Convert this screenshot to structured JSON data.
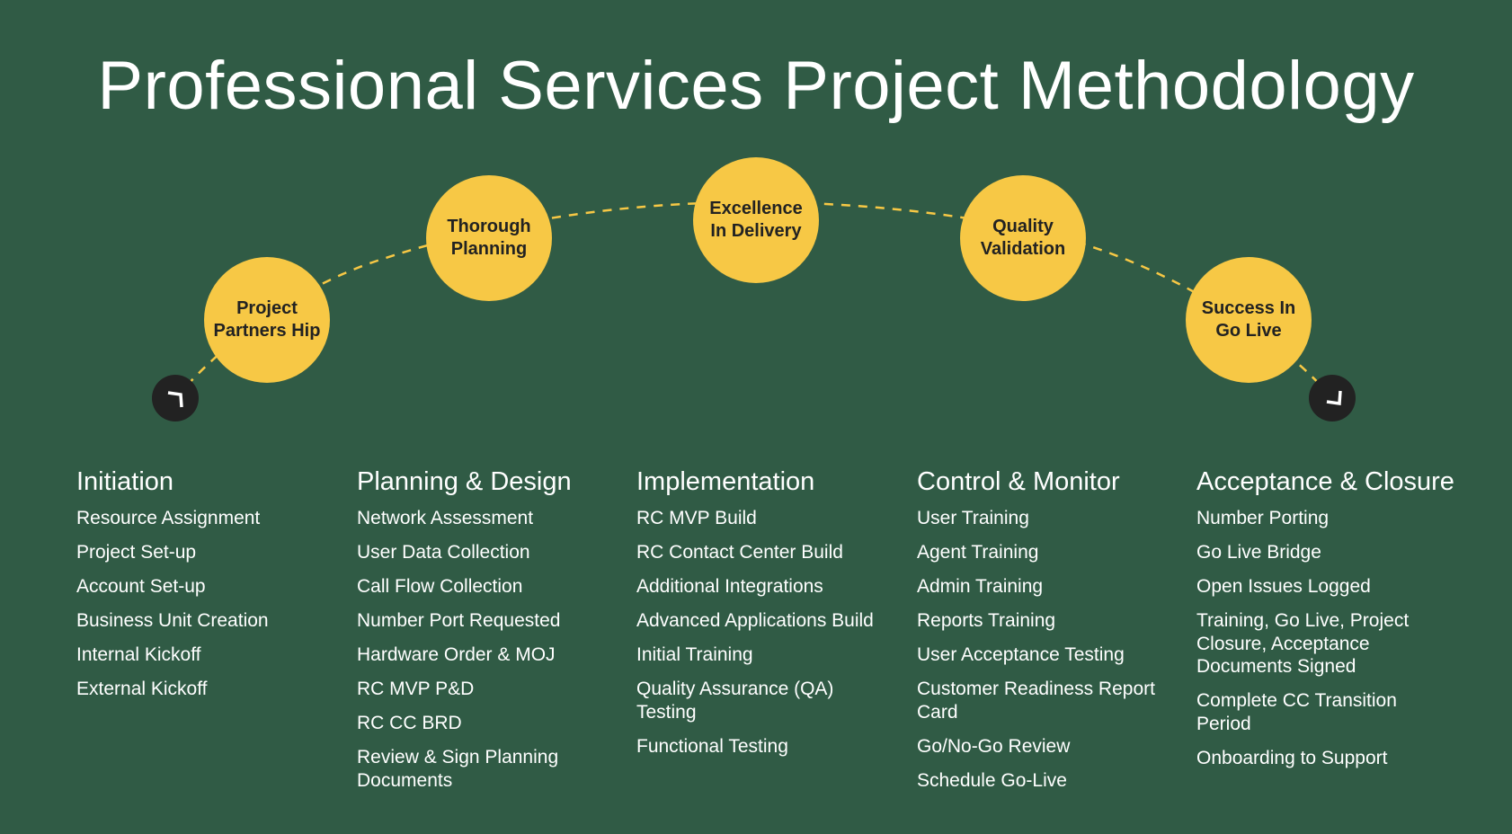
{
  "title": "Professional Services Project Methodology",
  "colors": {
    "background": "#305b45",
    "node": "#f7c845",
    "endpoint": "#222222",
    "text": "#ffffff"
  },
  "nodes": [
    "Project Partners Hip",
    "Thorough Planning",
    "Excellence In Delivery",
    "Quality Validation",
    "Success In Go Live"
  ],
  "endpoints": {
    "start_icon": "corner-arrow-icon",
    "end_icon": "corner-arrow-icon"
  },
  "phases": [
    {
      "heading": "Initiation",
      "items": [
        "Resource Assignment",
        "Project Set-up",
        "Account Set-up",
        "Business Unit Creation",
        "Internal Kickoff",
        "External Kickoff"
      ]
    },
    {
      "heading": "Planning & Design",
      "items": [
        "Network Assessment",
        "User Data Collection",
        "Call Flow Collection",
        "Number Port Requested",
        "Hardware Order & MOJ",
        "RC MVP P&D",
        "RC CC BRD",
        "Review & Sign Planning Documents"
      ]
    },
    {
      "heading": "Implementation",
      "items": [
        "RC MVP Build",
        "RC Contact Center Build",
        "Additional Integrations",
        "Advanced Applications Build",
        "Initial Training",
        "Quality Assurance (QA) Testing",
        "Functional Testing"
      ]
    },
    {
      "heading": "Control & Monitor",
      "items": [
        "User Training",
        "Agent Training",
        "Admin Training",
        "Reports Training",
        "User Acceptance Testing",
        "Customer Readiness Report Card",
        "Go/No-Go Review",
        "Schedule Go-Live"
      ]
    },
    {
      "heading": "Acceptance & Closure",
      "items": [
        "Number Porting",
        "Go Live Bridge",
        "Open Issues Logged",
        "Training, Go Live, Project Closure, Acceptance Documents Signed",
        "Complete CC Transition Period",
        "Onboarding to Support"
      ]
    }
  ]
}
